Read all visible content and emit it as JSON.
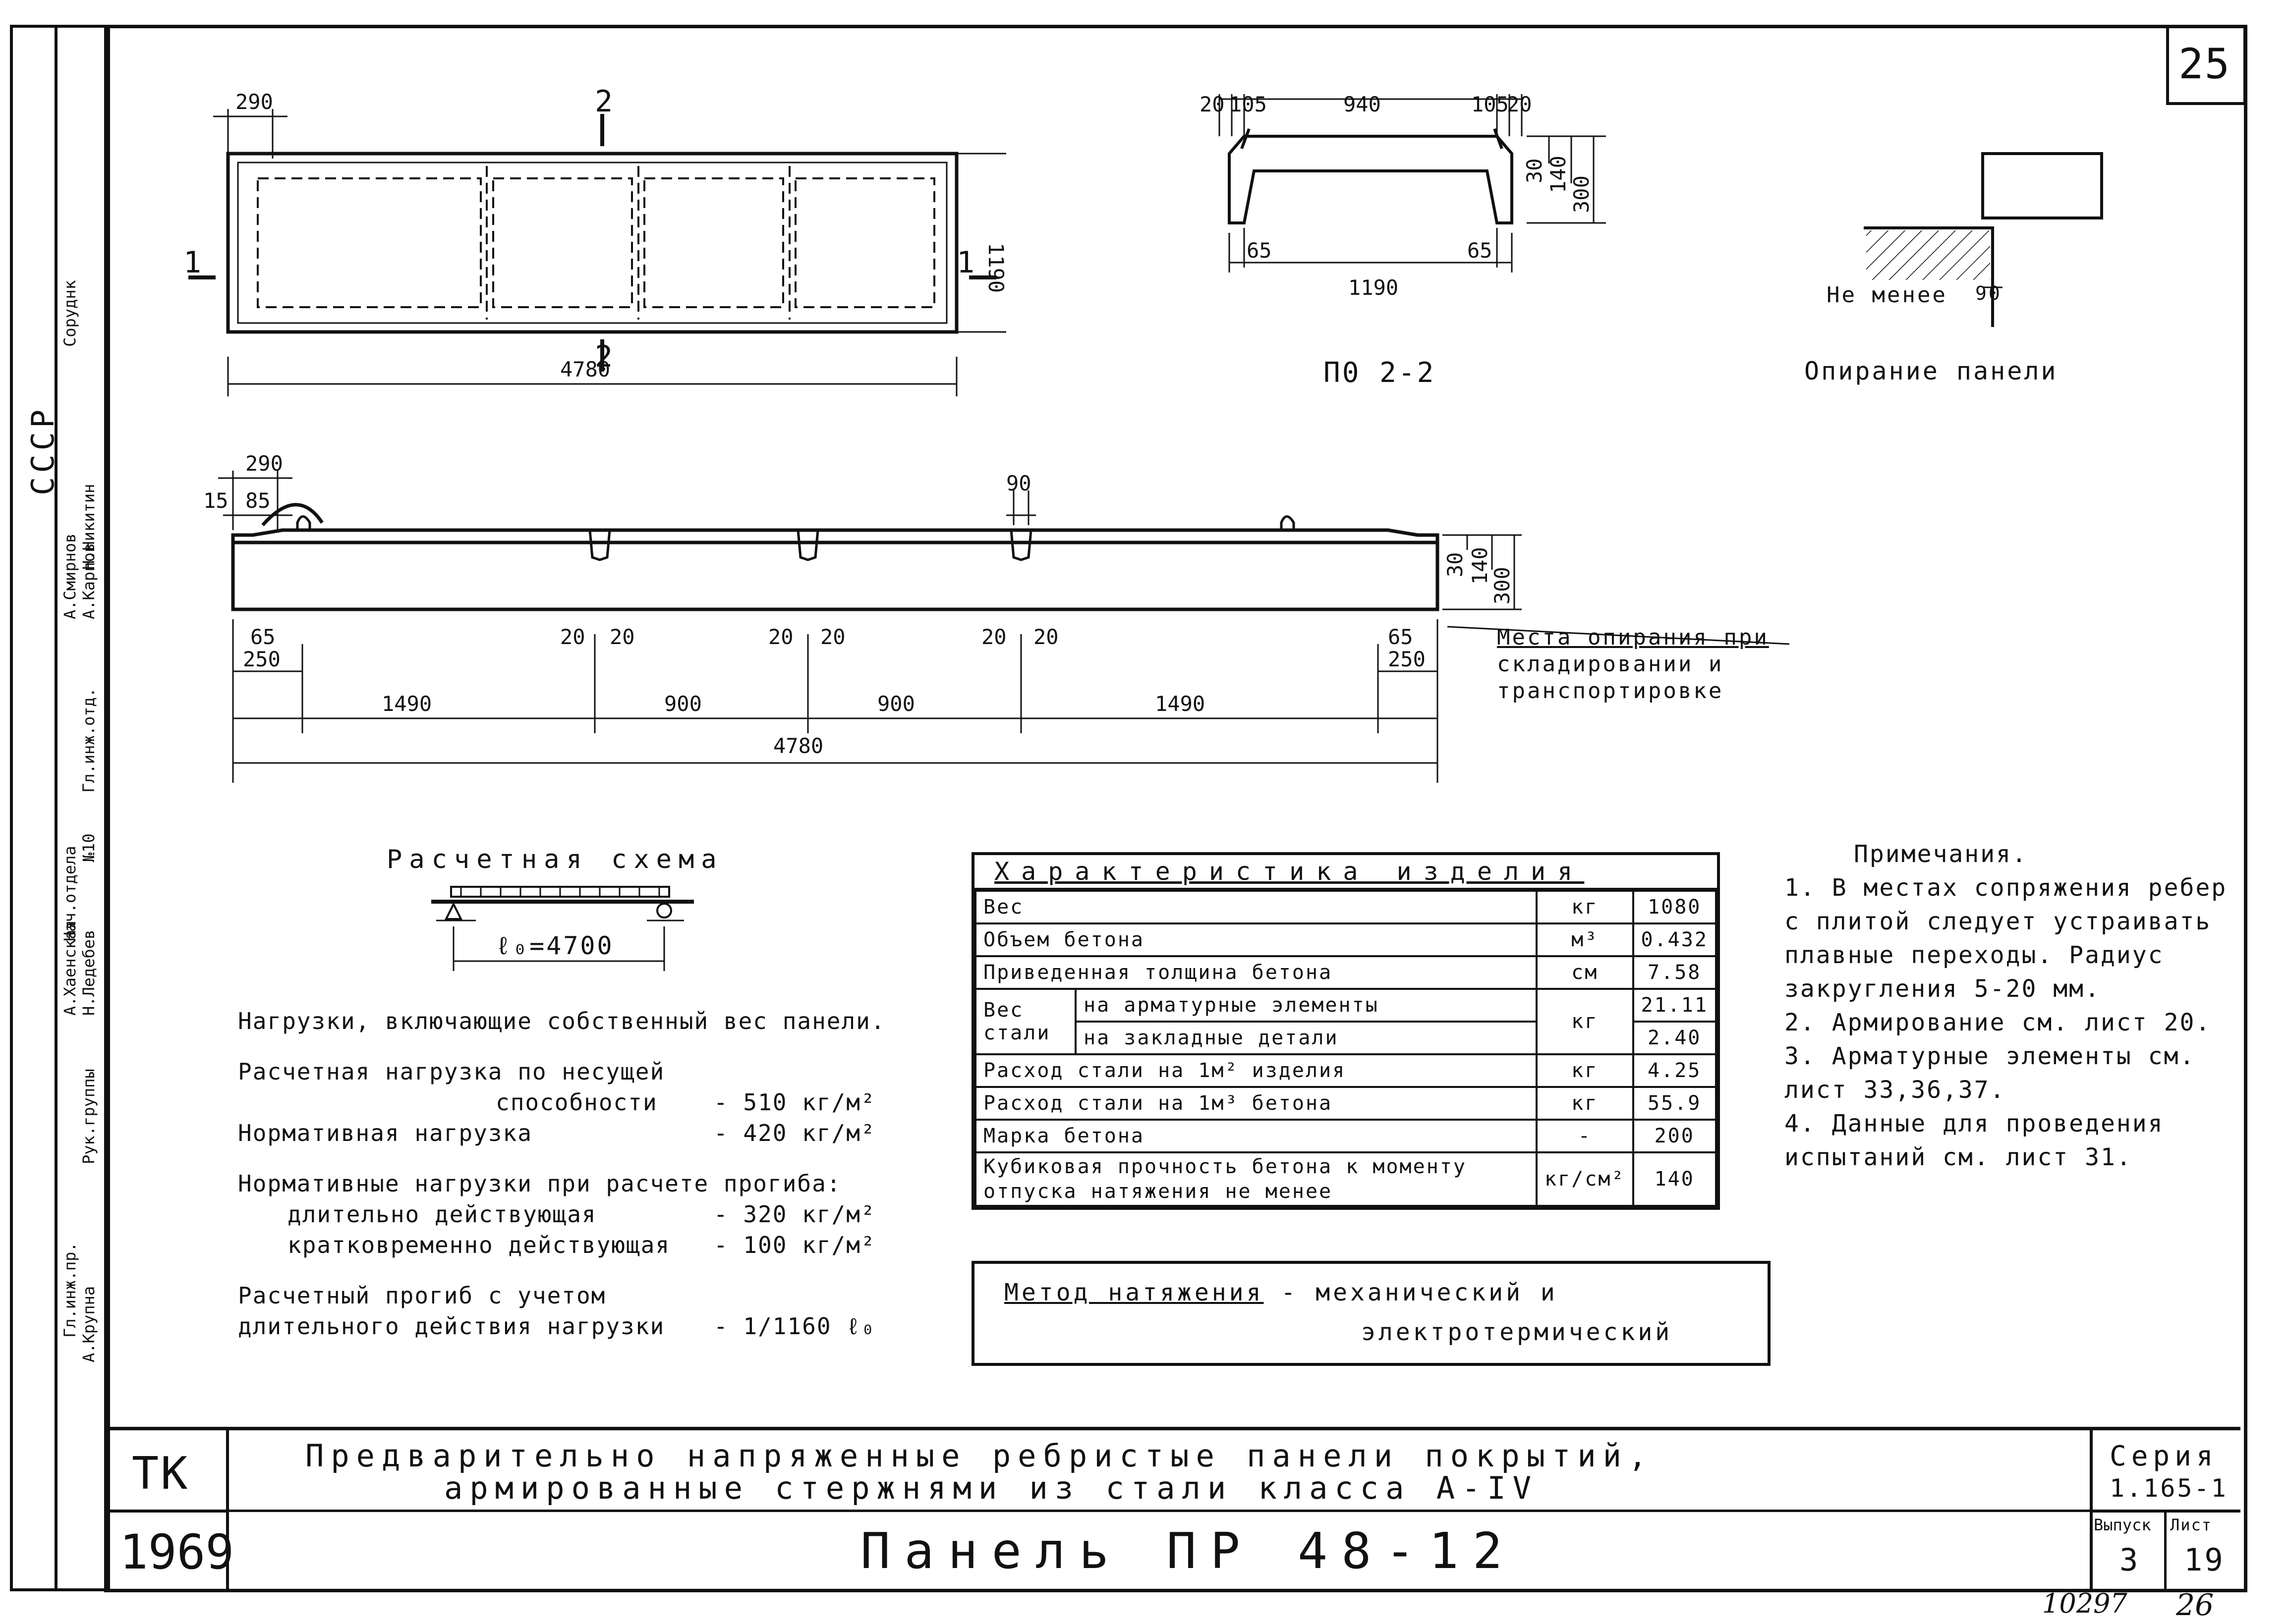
{
  "sheet_number": "25",
  "stamp": {
    "org": "СССР",
    "roles": [
      "Соруднк",
      "Гл.инж.пр.",
      "Рук.группы",
      "Нач.отдела",
      "Гл.инж.отд."
    ],
    "names": [
      "А.Карпов",
      "А.Хаенская",
      "Н.Ледебев",
      "А.Смирнов",
      "Н.Никитин",
      "А.Крупна"
    ],
    "dept": "№10"
  },
  "plan_dims": {
    "d290": "290",
    "d4780": "4780",
    "d1190": "1190",
    "sec1": "1",
    "sec2": "2"
  },
  "section_dims": {
    "d20a": "20",
    "d105a": "105",
    "d940": "940",
    "d105b": "105",
    "d20b": "20",
    "d30": "30",
    "d140": "140",
    "d300": "300",
    "d65a": "65",
    "d65b": "65",
    "d1190": "1190"
  },
  "section_title": "П0 2-2",
  "support_detail": {
    "label": "Не менее",
    "value": "90",
    "title": "Опирание панели"
  },
  "elev_dims": {
    "d290": "290",
    "d15": "15",
    "d85": "85",
    "d90": "90",
    "d30": "30",
    "d140": "140",
    "d300": "300",
    "d65a": "65",
    "d65b": "65",
    "d250a": "250",
    "d250b": "250",
    "d20": "20",
    "d1490a": "1490",
    "d900a": "900",
    "d900b": "900",
    "d1490b": "1490",
    "d4780": "4780"
  },
  "elev_note": [
    "Места опирания при",
    "складировании и",
    "транспортировке"
  ],
  "calc": {
    "title": "Расчетная схема",
    "span": "ℓ₀=4700",
    "loads_title": "Нагрузки, включающие собственный вес панели.",
    "l1a": "Расчетная нагрузка по несущей",
    "l1b": "способности",
    "l1v": "- 510 кг/м²",
    "l2": "Нормативная нагрузка",
    "l2v": "- 420 кг/м²",
    "l3": "Нормативные нагрузки при расчете прогиба:",
    "l4": "длительно действующая",
    "l4v": "- 320 кг/м²",
    "l5": "кратковременно действующая",
    "l5v": "- 100 кг/м²",
    "l6a": "Расчетный прогиб с учетом",
    "l6b": "длительного действия нагрузки",
    "l6v": "- 1/1160 ℓ₀"
  },
  "table": {
    "title": "Характеристика изделия",
    "rows": [
      {
        "name": "Вес",
        "unit": "кг",
        "value": "1080"
      },
      {
        "name": "Объем бетона",
        "unit": "м³",
        "value": "0.432"
      },
      {
        "name": "Приведенная толщина бетона",
        "unit": "см",
        "value": "7.58"
      },
      {
        "group": "Вес стали",
        "sub": "на арматурные элементы",
        "unit": "кг",
        "value": "21.11"
      },
      {
        "sub": "на закладные детали",
        "value": "2.40"
      },
      {
        "name": "Расход стали на 1м² изделия",
        "unit": "кг",
        "value": "4.25"
      },
      {
        "name": "Расход стали на 1м³ бетона",
        "unit": "кг",
        "value": "55.9"
      },
      {
        "name": "Марка бетона",
        "unit": "-",
        "value": "200"
      },
      {
        "name": "Кубиковая прочность бетона к моменту отпуска натяжения не менее",
        "unit": "кг/см²",
        "value": "140"
      }
    ]
  },
  "method": {
    "label": "Метод натяжения",
    "value1": "- механический и",
    "value2": "электротермический"
  },
  "notes": {
    "title": "Примечания.",
    "items": [
      "1. В местах сопряжения ребер с плитой следует устраивать плавные переходы. Радиус закругления 5-20 мм.",
      "2. Армирование см. лист 20.",
      "3. Арматурные элементы см. лист 33,36,37.",
      "4. Данные для проведения испытаний см. лист 31."
    ]
  },
  "title_block": {
    "code": "ТК",
    "year": "1969",
    "line1": "Предварительно напряженные ребристые панели покрытий,",
    "line2": "армированные стержнями из стали класса А-IV",
    "product": "Панель ПР 48-12",
    "series_label": "Серия",
    "series": "1.165-1",
    "issue_label": "Выпуск",
    "issue": "3",
    "sheet_label": "Лист",
    "sheet": "19"
  },
  "footer": {
    "archive": "10297",
    "page": "26"
  }
}
